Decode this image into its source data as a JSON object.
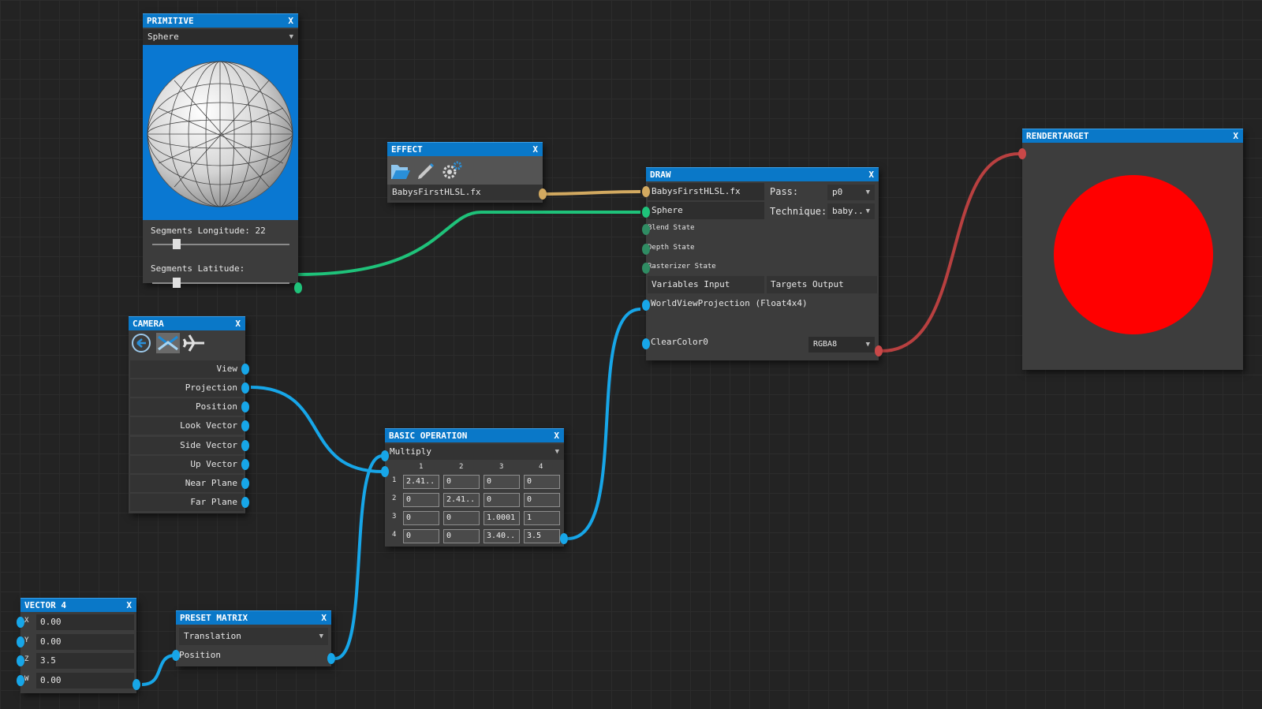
{
  "colors": {
    "accent": "#0a78c8",
    "wire_green": "#1fc27a",
    "wire_blue": "#17a6e8",
    "wire_gold": "#d2a960",
    "wire_red": "#b84040",
    "render_red": "#ff0000"
  },
  "primitive": {
    "title": "PRIMITIVE",
    "close": "X",
    "shape": "Sphere",
    "seg_long_label": "Segments Longitude: 22",
    "seg_lat_label": "Segments Latitude:"
  },
  "effect": {
    "title": "EFFECT",
    "close": "X",
    "file": "BabysFirstHLSL.fx",
    "icons": [
      "folder-open-icon",
      "pencil-icon",
      "gear-icon"
    ]
  },
  "draw": {
    "title": "DRAW",
    "close": "X",
    "effect_value": "BabysFirstHLSL.fx",
    "geometry_value": "Sphere",
    "pass_label": "Pass:",
    "pass_value": "p0",
    "technique_label": "Technique:",
    "technique_value": "baby..",
    "blend_state": "Blend State",
    "depth_state": "Depth State",
    "rasterizer_state": "Rasterizer State",
    "variables_input": "Variables Input",
    "targets_output": "Targets Output",
    "wvp": "WorldViewProjection (Float4x4)",
    "clear_color": "ClearColor0",
    "format_value": "RGBA8"
  },
  "rendertarget": {
    "title": "RENDERTARGET",
    "close": "X"
  },
  "camera": {
    "title": "CAMERA",
    "close": "X",
    "icons": [
      "reset-icon",
      "orbit-icon",
      "airplane-icon"
    ],
    "outputs": [
      "View",
      "Projection",
      "Position",
      "Look Vector",
      "Side Vector",
      "Up Vector",
      "Near Plane",
      "Far Plane"
    ]
  },
  "basic_operation": {
    "title": "BASIC OPERATION",
    "close": "X",
    "operation": "Multiply",
    "col_headers": [
      "1",
      "2",
      "3",
      "4"
    ],
    "row_headers": [
      "1",
      "2",
      "3",
      "4"
    ],
    "matrix": [
      [
        "2.41..",
        "0",
        "0",
        "0"
      ],
      [
        "0",
        "2.41..",
        "0",
        "0"
      ],
      [
        "0",
        "0",
        "1.0001",
        "1"
      ],
      [
        "0",
        "0",
        "3.40..",
        "3.5"
      ]
    ]
  },
  "vector4": {
    "title": "VECTOR 4",
    "close": "X",
    "labels": [
      "X",
      "Y",
      "Z",
      "W"
    ],
    "values": [
      "0.00",
      "0.00",
      "3.5",
      "0.00"
    ]
  },
  "preset_matrix": {
    "title": "PRESET MATRIX",
    "close": "X",
    "preset": "Translation",
    "position_label": "Position"
  }
}
